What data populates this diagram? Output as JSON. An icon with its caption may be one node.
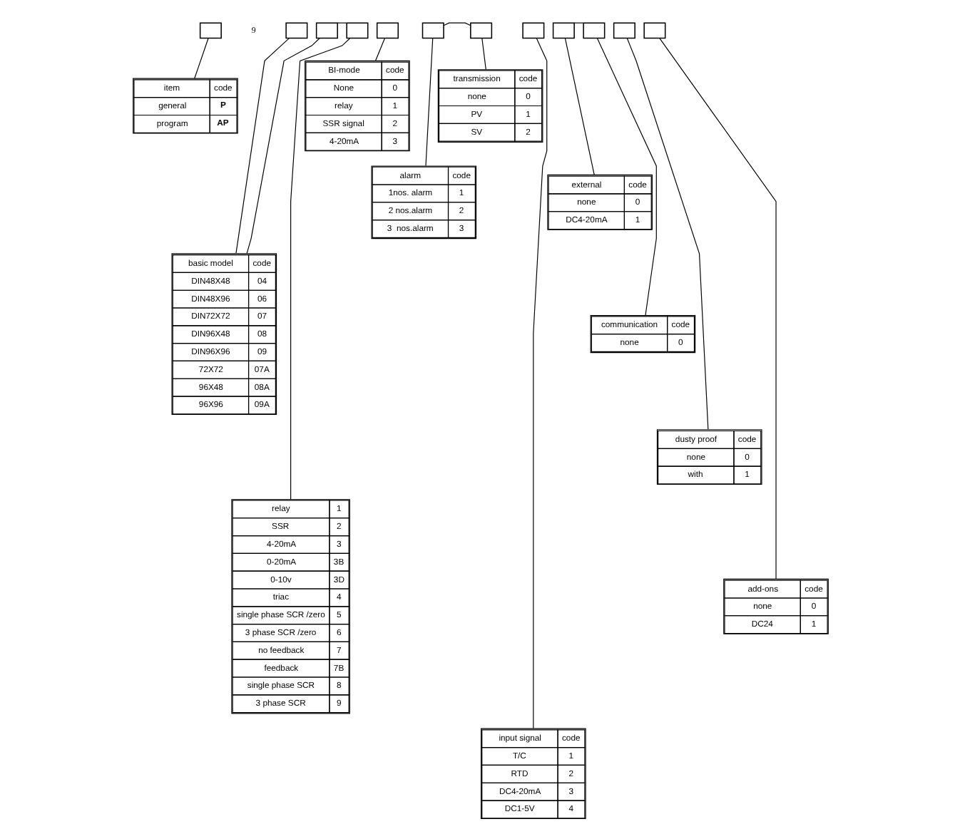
{
  "diagram": {
    "nodes": [
      {
        "text": [],
        "shape": "box"
      },
      {
        "text": [],
        "shape": "box"
      },
      {
        "text": [],
        "shape": "box"
      },
      {
        "text": [],
        "shape": "box"
      },
      {
        "text": [],
        "shape": "box"
      },
      {
        "text": [],
        "shape": "box"
      },
      {
        "text": [],
        "shape": "box"
      },
      {
        "text": [],
        "shape": "box"
      },
      {
        "text": [],
        "shape": "box"
      },
      {
        "text": [],
        "shape": "box"
      },
      {
        "text": [],
        "shape": "box"
      },
      {
        "text": [],
        "shape": "box"
      },
      {
        "text": [
          "item",
          "code",
          "general",
          "P",
          "program",
          "AP"
        ]
      },
      {
        "text": [
          "BI-mode",
          "code",
          "None",
          "0",
          "relay",
          "1",
          "SSR signal",
          "2",
          "4-20mA",
          "3"
        ]
      },
      {
        "text": [
          "transmission",
          "code",
          "none",
          "0",
          "PV",
          "1",
          "SV",
          "2"
        ]
      },
      {
        "text": [
          "external",
          "code",
          "none",
          "0",
          "DC4-20mA",
          "1"
        ]
      },
      {
        "text": [
          "basic model",
          "code",
          "DIN48X48",
          "04",
          "DIN48X96",
          "06",
          "DIN72X72",
          "07",
          "DIN96X48",
          "08",
          "DIN96X96",
          "09",
          "72X72",
          "07A",
          "96X48",
          "08A",
          "96X96",
          "09A"
        ]
      },
      {
        "text": [
          "alarm",
          "code",
          "1nos. alarm",
          "1",
          "2 nos.alarm",
          "2",
          "3  nos.alarm",
          "3"
        ]
      },
      {
        "text": [
          "communication",
          "code",
          "none",
          "0"
        ]
      },
      {
        "text": [
          "relay",
          "1",
          "SSR",
          "2",
          "4-20mA",
          "3",
          "0-20mA",
          "3B",
          "0-10v",
          "3D",
          "triac",
          "4",
          "single phase SCR /zero",
          "5",
          "3 phase SCR /zero",
          "6",
          "no feedback",
          "7",
          "feedback",
          "7B",
          "single phase SCR",
          "8",
          "3 phase SCR",
          "9"
        ]
      },
      {
        "text": [
          "input signal",
          "code",
          "T/C",
          "1",
          "RTD",
          "2",
          "DC4-20mA",
          "3",
          "DC1-5V",
          "4"
        ]
      },
      {
        "text": [
          "dusty proof",
          "code",
          "none",
          "0",
          "with",
          "1"
        ]
      },
      {
        "text": [
          "add-ons",
          "code",
          "none",
          "0",
          "DC24",
          "1"
        ]
      }
    ],
    "edges": [
      {
        "from": 0,
        "to": 12,
        "arrow": "none"
      },
      {
        "from": 1,
        "to": 16,
        "arrow": "none"
      },
      {
        "from": 2,
        "to": 16,
        "arrow": "none"
      },
      {
        "from": 2,
        "to": 3,
        "arrow": "none"
      },
      {
        "from": 3,
        "to": 19,
        "arrow": "none"
      },
      {
        "from": 4,
        "to": 13,
        "arrow": "none"
      },
      {
        "from": 5,
        "to": 17,
        "arrow": "none"
      },
      {
        "from": 5,
        "to": 6,
        "arrow": "none"
      },
      {
        "from": 6,
        "to": 14,
        "arrow": "none"
      },
      {
        "from": 7,
        "to": 20,
        "arrow": "none"
      },
      {
        "from": 8,
        "to": 9,
        "arrow": "none"
      },
      {
        "from": 8,
        "to": 15,
        "arrow": "none"
      },
      {
        "from": 9,
        "to": 18,
        "arrow": "none"
      },
      {
        "from": 10,
        "to": 21,
        "arrow": "none"
      },
      {
        "from": 11,
        "to": 22,
        "arrow": "none"
      }
    ],
    "labels": [
      "9"
    ]
  }
}
